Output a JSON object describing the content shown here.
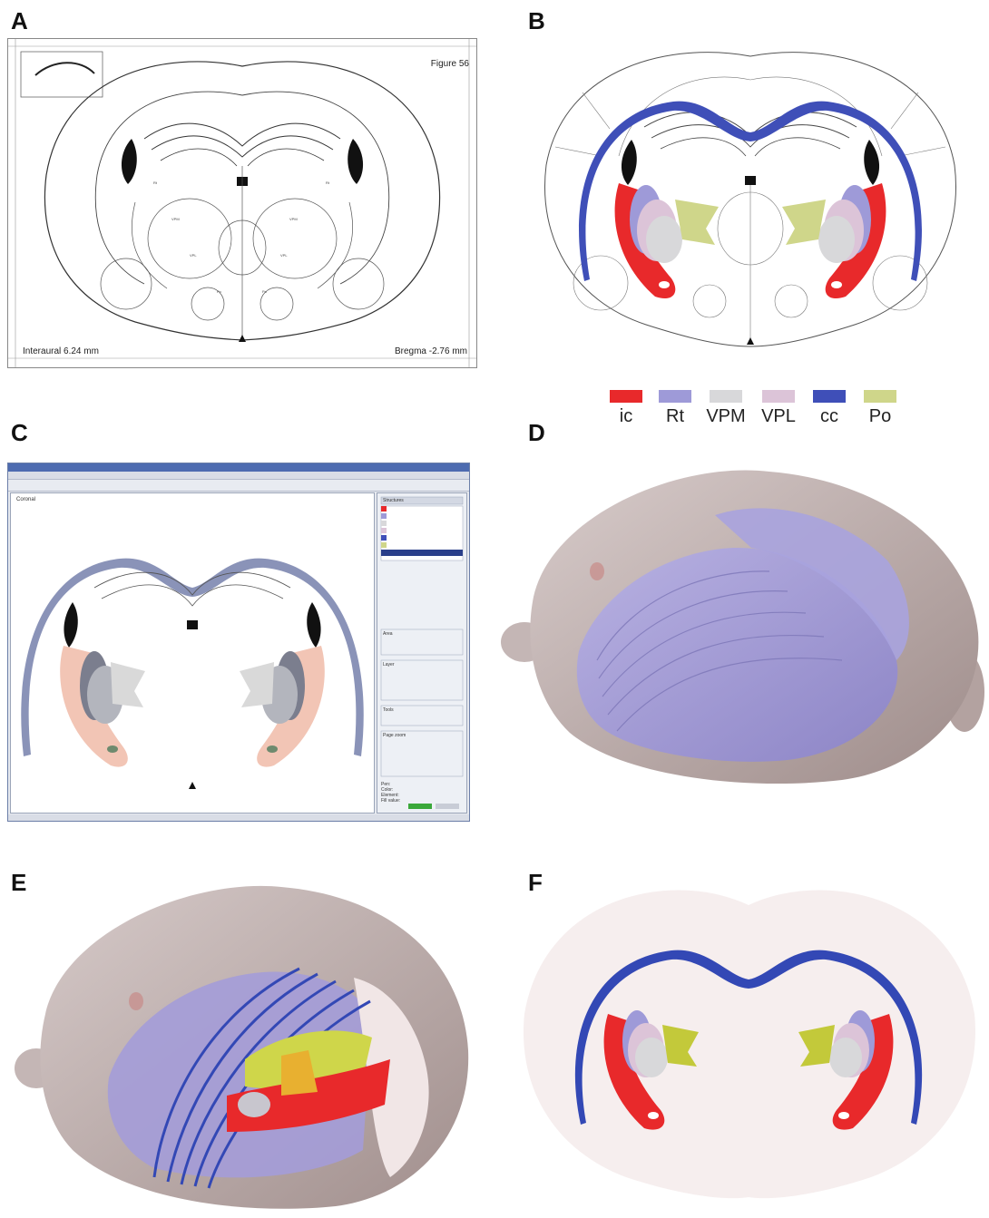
{
  "panels": {
    "a": "A",
    "b": "B",
    "c": "C",
    "d": "D",
    "e": "E",
    "f": "F"
  },
  "atlas": {
    "figure_label": "Figure 56",
    "interaural": "Interaural 6.24 mm",
    "bregma": "Bregma -2.76 mm"
  },
  "legend": [
    {
      "label": "ic",
      "color": "#e8292b"
    },
    {
      "label": "Rt",
      "color": "#9e9ad8"
    },
    {
      "label": "VPM",
      "color": "#d8d8da"
    },
    {
      "label": "VPL",
      "color": "#dcc4d8"
    },
    {
      "label": "cc",
      "color": "#3f4fb8"
    },
    {
      "label": "Po",
      "color": "#cfd68a"
    }
  ],
  "software": {
    "canvas_label": "Coronal",
    "side_labels": [
      "Area",
      "Layer",
      "Structures",
      "Tools",
      "Page zoom",
      "Pen:",
      "Color:",
      "Element:",
      "Fill value:"
    ]
  },
  "colors": {
    "ic": "#e8292b",
    "rt": "#9e9ad8",
    "vpm": "#d8d8da",
    "vpl": "#dcc4d8",
    "cc": "#3f4fb8",
    "po": "#cfd68a",
    "brain_surface": "#b7a6a4",
    "brain_bg": "#f6eeee",
    "c_ic": "#f2c5b5",
    "c_cc": "#8a93b8"
  }
}
